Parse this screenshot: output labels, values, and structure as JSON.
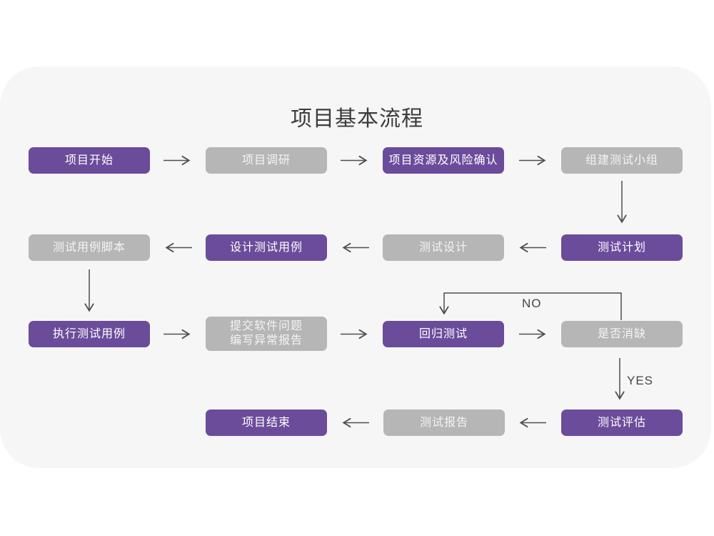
{
  "title": "项目基本流程",
  "palette": {
    "purple": "#6b4c9b",
    "gray": "#b6b6b6",
    "gray_text": "#e6e6e6",
    "arrow": "#4f4f4f",
    "title_text": "#3c3c3c",
    "card_background": "#f6f6f7",
    "page_background": "#ffffff"
  },
  "flowchart": {
    "nodes": [
      {
        "id": "project-start",
        "label": "项目开始",
        "variant": "purple"
      },
      {
        "id": "project-research",
        "label": "项目调研",
        "variant": "gray"
      },
      {
        "id": "resources-risk",
        "label": "项目资源及风险确认",
        "variant": "purple"
      },
      {
        "id": "build-test-team",
        "label": "组建测试小组",
        "variant": "gray"
      },
      {
        "id": "test-plan",
        "label": "测试计划",
        "variant": "purple"
      },
      {
        "id": "test-design",
        "label": "测试设计",
        "variant": "gray"
      },
      {
        "id": "design-test-cases",
        "label": "设计测试用例",
        "variant": "purple"
      },
      {
        "id": "test-case-scripts",
        "label": "测试用例脚本",
        "variant": "gray"
      },
      {
        "id": "execute-test-cases",
        "label": "执行测试用例",
        "variant": "purple"
      },
      {
        "id": "submit-issues",
        "label": "提交软件问题\n编写异常报告",
        "variant": "gray"
      },
      {
        "id": "regression-test",
        "label": "回归测试",
        "variant": "purple"
      },
      {
        "id": "defect-resolved",
        "label": "是否消缺",
        "variant": "gray"
      },
      {
        "id": "test-evaluation",
        "label": "测试评估",
        "variant": "purple"
      },
      {
        "id": "test-report",
        "label": "测试报告",
        "variant": "gray"
      },
      {
        "id": "project-end",
        "label": "项目结束",
        "variant": "purple"
      }
    ],
    "edges": [
      {
        "from": "project-start",
        "to": "project-research"
      },
      {
        "from": "project-research",
        "to": "resources-risk"
      },
      {
        "from": "resources-risk",
        "to": "build-test-team"
      },
      {
        "from": "build-test-team",
        "to": "test-plan"
      },
      {
        "from": "test-plan",
        "to": "test-design"
      },
      {
        "from": "test-design",
        "to": "design-test-cases"
      },
      {
        "from": "design-test-cases",
        "to": "test-case-scripts"
      },
      {
        "from": "test-case-scripts",
        "to": "execute-test-cases"
      },
      {
        "from": "execute-test-cases",
        "to": "submit-issues"
      },
      {
        "from": "submit-issues",
        "to": "regression-test"
      },
      {
        "from": "regression-test",
        "to": "defect-resolved"
      },
      {
        "from": "defect-resolved",
        "to": "regression-test",
        "label": "NO"
      },
      {
        "from": "defect-resolved",
        "to": "test-evaluation",
        "label": "YES"
      },
      {
        "from": "test-evaluation",
        "to": "test-report"
      },
      {
        "from": "test-report",
        "to": "project-end"
      }
    ],
    "labels": {
      "no": "NO",
      "yes": "YES"
    }
  }
}
